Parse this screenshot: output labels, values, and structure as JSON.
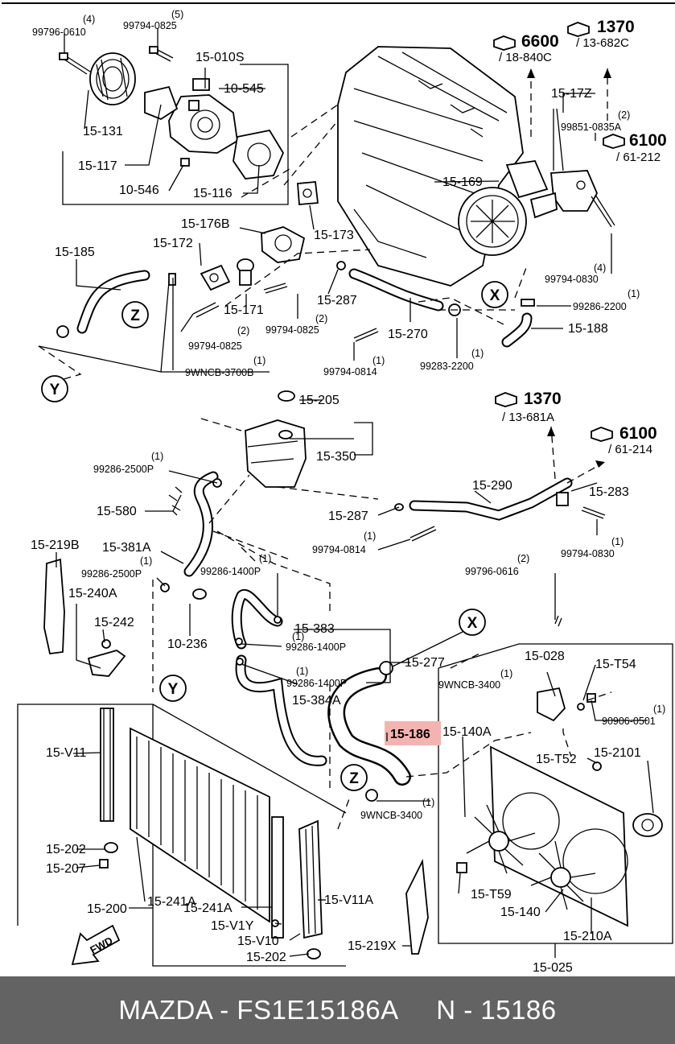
{
  "colors": {
    "highlight": "#f4b3b0",
    "footer_bg": "#636363",
    "footer_text": "#ffffff"
  },
  "footer": {
    "brand": "MAZDA",
    "part_number": "FS1E15186A",
    "ref": "N",
    "ref_number": "15186"
  },
  "callouts": [
    {
      "id": "c1",
      "text": "(4)"
    },
    {
      "id": "c2",
      "text": "99796-0610"
    },
    {
      "id": "c3",
      "text": "(5)"
    },
    {
      "id": "c4",
      "text": "99794-0825"
    },
    {
      "id": "c5",
      "text": "15-010S"
    },
    {
      "id": "c6",
      "text": "10-545"
    },
    {
      "id": "c7",
      "text": "15-131"
    },
    {
      "id": "c8",
      "text": "15-117"
    },
    {
      "id": "c9",
      "text": "10-546"
    },
    {
      "id": "c10",
      "text": "15-116"
    },
    {
      "id": "c11",
      "text": "15-173"
    },
    {
      "id": "c12",
      "text": "15-169"
    },
    {
      "id": "c13",
      "text": "15-17Z"
    },
    {
      "id": "c14",
      "text": "(2)"
    },
    {
      "id": "c15",
      "text": "99851-0835A"
    },
    {
      "id": "c16",
      "text": "(4)"
    },
    {
      "id": "c17",
      "text": "99794-0830"
    },
    {
      "id": "c18",
      "text": "(1)"
    },
    {
      "id": "c19",
      "text": "99286-2200"
    },
    {
      "id": "c20",
      "text": "15-188"
    },
    {
      "id": "c21",
      "text": "15-176B"
    },
    {
      "id": "c22",
      "text": "15-172"
    },
    {
      "id": "c23",
      "text": "15-185"
    },
    {
      "id": "c24",
      "text": "15-171"
    },
    {
      "id": "c25",
      "text": "(2)"
    },
    {
      "id": "c26",
      "text": "99794-0825"
    },
    {
      "id": "c27",
      "text": "(2)"
    },
    {
      "id": "c28",
      "text": "99794-0825"
    },
    {
      "id": "c29",
      "text": "15-287"
    },
    {
      "id": "c30",
      "text": "15-270"
    },
    {
      "id": "c31",
      "text": "(1)"
    },
    {
      "id": "c32",
      "text": "99794-0814"
    },
    {
      "id": "c33",
      "text": "(1)"
    },
    {
      "id": "c34",
      "text": "99283-2200"
    },
    {
      "id": "c35",
      "text": "(1)"
    },
    {
      "id": "c36",
      "text": "9WNCB-3700B"
    },
    {
      "id": "c37",
      "text": "15-205"
    },
    {
      "id": "c38",
      "text": "15-350"
    },
    {
      "id": "c39",
      "text": "(1)"
    },
    {
      "id": "c40",
      "text": "99286-2500P"
    },
    {
      "id": "c41",
      "text": "15-580"
    },
    {
      "id": "c42",
      "text": "15-287"
    },
    {
      "id": "c43",
      "text": "15-290"
    },
    {
      "id": "c44",
      "text": "15-283"
    },
    {
      "id": "c45",
      "text": "(1)"
    },
    {
      "id": "c46",
      "text": "99794-0814"
    },
    {
      "id": "c47",
      "text": "(1)"
    },
    {
      "id": "c48",
      "text": "99794-0830"
    },
    {
      "id": "c49",
      "text": "15-219B"
    },
    {
      "id": "c50",
      "text": "15-381A"
    },
    {
      "id": "c51",
      "text": "(1)"
    },
    {
      "id": "c52",
      "text": "99286-2500P"
    },
    {
      "id": "c53",
      "text": "(1)"
    },
    {
      "id": "c54",
      "text": "99286-1400P"
    },
    {
      "id": "c55",
      "text": "(2)"
    },
    {
      "id": "c56",
      "text": "99796-0616"
    },
    {
      "id": "c57",
      "text": "15-240A"
    },
    {
      "id": "c58",
      "text": "15-242"
    },
    {
      "id": "c59",
      "text": "10-236"
    },
    {
      "id": "c60",
      "text": "15-383"
    },
    {
      "id": "c61",
      "text": "(1)"
    },
    {
      "id": "c62",
      "text": "99286-1400P"
    },
    {
      "id": "c63",
      "text": "15-277"
    },
    {
      "id": "c64",
      "text": "(1)"
    },
    {
      "id": "c65",
      "text": "99286-1400P"
    },
    {
      "id": "c66",
      "text": "15-384A"
    },
    {
      "id": "c67",
      "text": "(1)"
    },
    {
      "id": "c68",
      "text": "9WNCB-3400"
    },
    {
      "id": "c69",
      "text": "15-028"
    },
    {
      "id": "c70",
      "text": "15-T54"
    },
    {
      "id": "c71",
      "text": "(1)"
    },
    {
      "id": "c72",
      "text": "90906-0501"
    },
    {
      "id": "c73",
      "text": "15-140A"
    },
    {
      "id": "c74",
      "text": "15-T52"
    },
    {
      "id": "c75",
      "text": "15-2101"
    },
    {
      "id": "c76",
      "text": "15-V11"
    },
    {
      "id": "c77",
      "text": "(1)"
    },
    {
      "id": "c78",
      "text": "9WNCB-3400"
    },
    {
      "id": "c79",
      "text": "15-202"
    },
    {
      "id": "c80",
      "text": "15-207"
    },
    {
      "id": "c81",
      "text": "15-241A"
    },
    {
      "id": "c82",
      "text": "15-241A"
    },
    {
      "id": "c83",
      "text": "15-V11A"
    },
    {
      "id": "c84",
      "text": "15-T59"
    },
    {
      "id": "c85",
      "text": "15-140"
    },
    {
      "id": "c86",
      "text": "15-200"
    },
    {
      "id": "c87",
      "text": "15-V1Y"
    },
    {
      "id": "c88",
      "text": "15-V10"
    },
    {
      "id": "c89",
      "text": "15-202"
    },
    {
      "id": "c90",
      "text": "15-219X"
    },
    {
      "id": "c91",
      "text": "15-210A"
    },
    {
      "id": "c92",
      "text": "15-025"
    },
    {
      "id": "c93",
      "text": "FWD"
    }
  ],
  "highlighted_part": "15-186",
  "references": [
    {
      "id": "r1",
      "number": "6600",
      "page": "/ 18-840C"
    },
    {
      "id": "r2",
      "number": "1370",
      "page": "/ 13-682C"
    },
    {
      "id": "r3",
      "number": "6100",
      "page": "/ 61-212"
    },
    {
      "id": "r4",
      "number": "1370",
      "page": "/ 13-681A"
    },
    {
      "id": "r5",
      "number": "6100",
      "page": "/ 61-214"
    }
  ],
  "markers": [
    {
      "id": "mX1",
      "letter": "X"
    },
    {
      "id": "mZ1",
      "letter": "Z"
    },
    {
      "id": "mY1",
      "letter": "Y"
    },
    {
      "id": "mX2",
      "letter": "X"
    },
    {
      "id": "mY2",
      "letter": "Y"
    },
    {
      "id": "mZ2",
      "letter": "Z"
    }
  ]
}
